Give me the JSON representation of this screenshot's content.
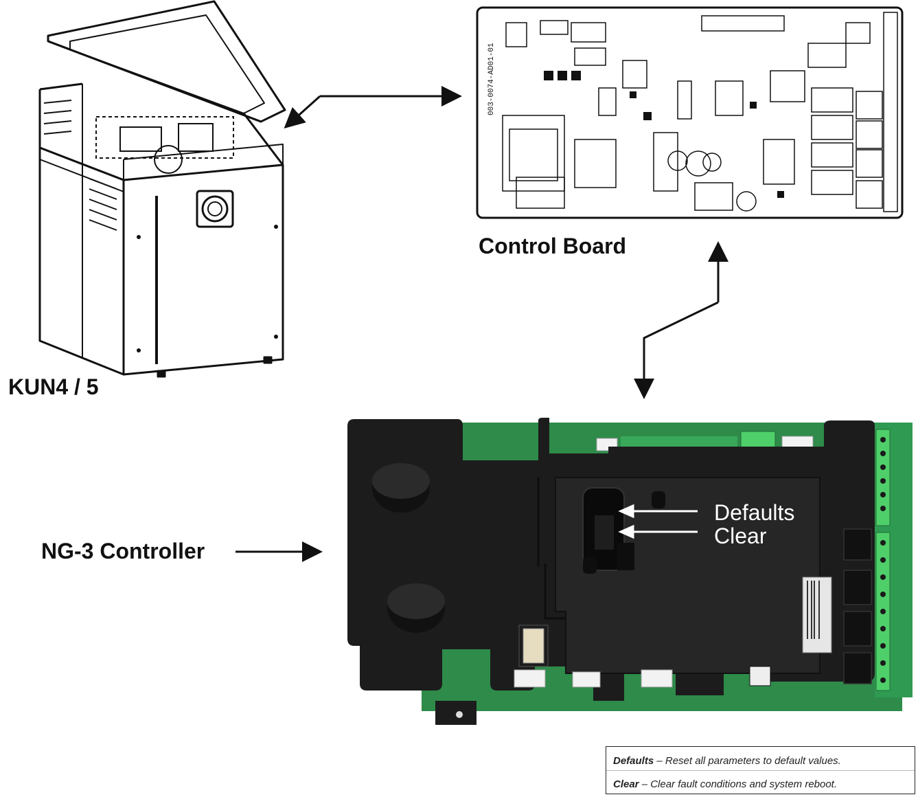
{
  "labels": {
    "kun": "KUN4 / 5",
    "control_board": "Control Board",
    "ng3": "NG-3 Controller"
  },
  "callouts": {
    "defaults": "Defaults",
    "clear": "Clear"
  },
  "legend": {
    "defaults_term": "Defaults",
    "defaults_desc": " – Reset all parameters to default values.",
    "clear_term": "Clear",
    "clear_desc": " – Clear fault conditions and system reboot."
  },
  "board_silkscreen": {
    "part_number": "003-0074-AD01-01"
  }
}
